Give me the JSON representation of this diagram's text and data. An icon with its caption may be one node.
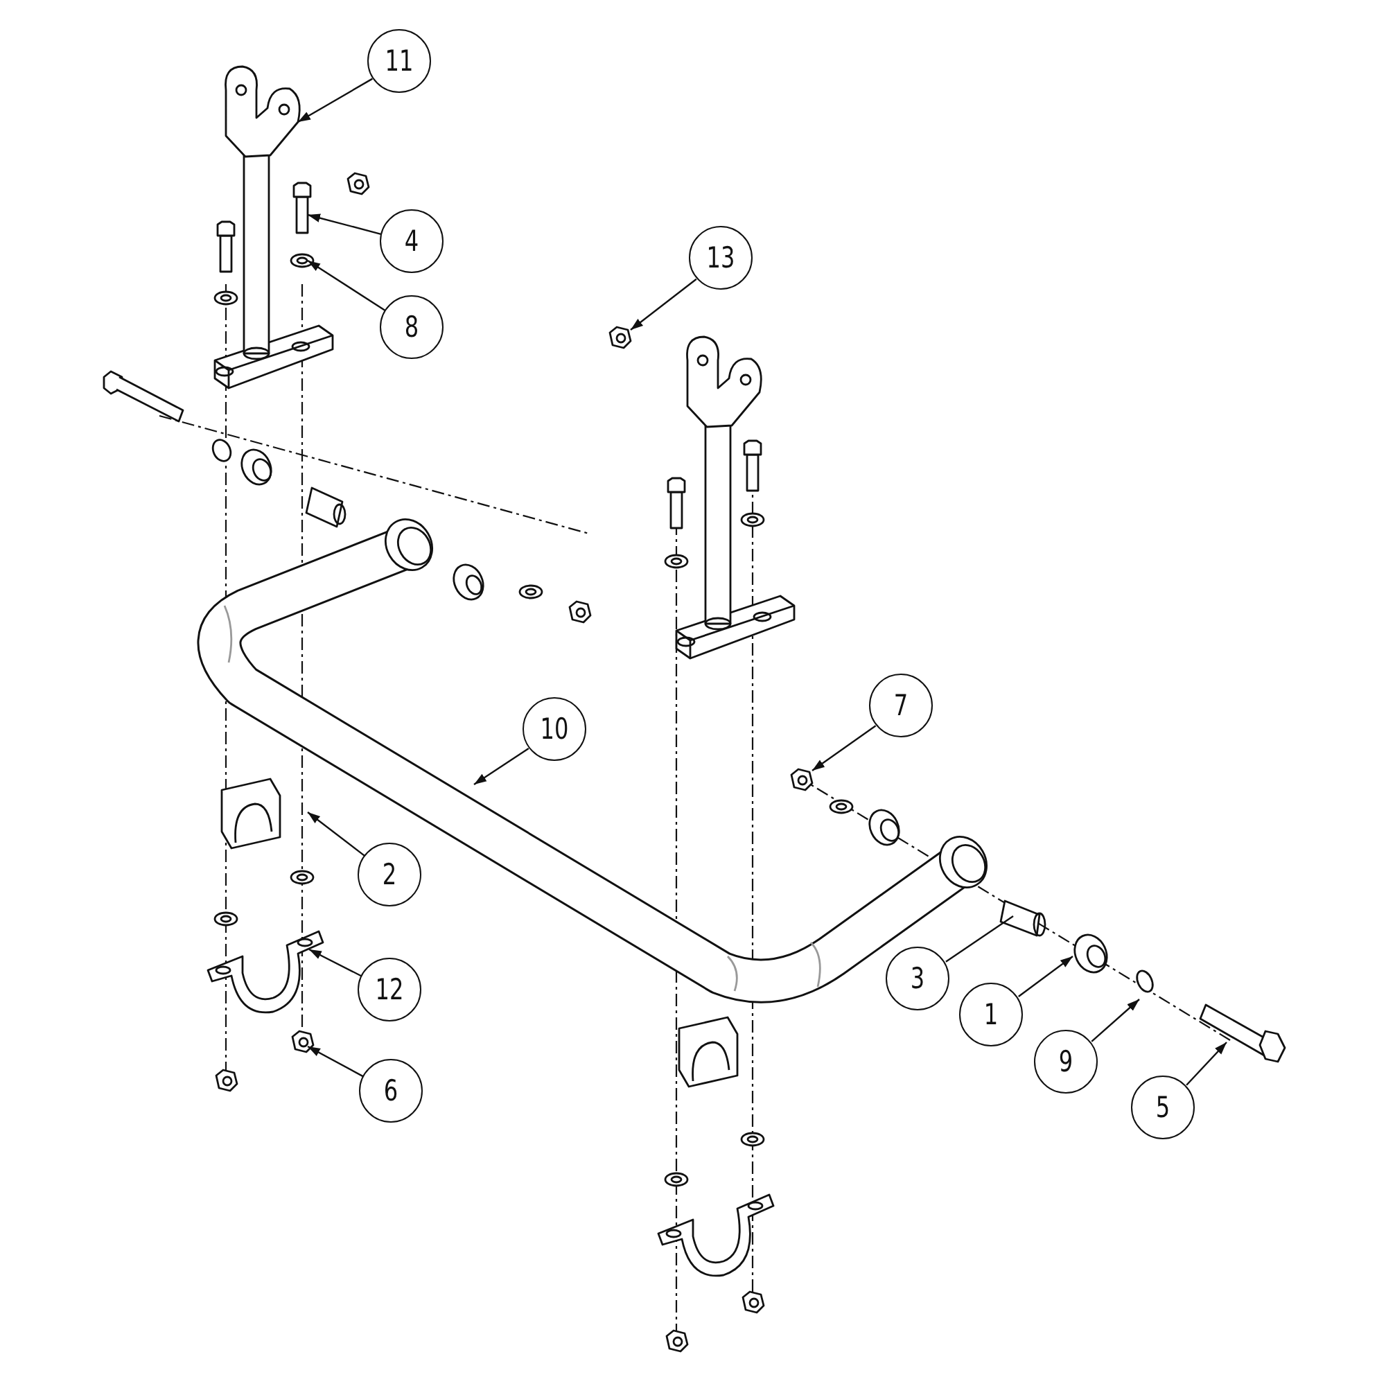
{
  "diagram": {
    "nodes": [
      {
        "text": [
          "11"
        ]
      },
      {
        "text": [
          "4"
        ]
      },
      {
        "text": [
          "13"
        ]
      },
      {
        "text": [
          "8"
        ]
      },
      {
        "text": [
          "7"
        ]
      },
      {
        "text": [
          "10"
        ]
      },
      {
        "text": [
          "2"
        ]
      },
      {
        "text": [
          "3"
        ]
      },
      {
        "text": [
          "12"
        ]
      },
      {
        "text": [
          "1"
        ]
      },
      {
        "text": [
          "9"
        ]
      },
      {
        "text": [
          "6"
        ]
      },
      {
        "text": [
          "5"
        ]
      }
    ],
    "edges": [
      {
        "from": 0,
        "to": null,
        "arrow": "to"
      },
      {
        "from": 1,
        "to": null,
        "arrow": "to"
      },
      {
        "from": 2,
        "to": null,
        "arrow": "to"
      },
      {
        "from": 3,
        "to": null,
        "arrow": "to"
      },
      {
        "from": 4,
        "to": null,
        "arrow": "to"
      },
      {
        "from": 5,
        "to": null,
        "arrow": "to"
      },
      {
        "from": 6,
        "to": null,
        "arrow": "to"
      },
      {
        "from": 7,
        "to": null,
        "arrow": "none"
      },
      {
        "from": 8,
        "to": null,
        "arrow": "to"
      },
      {
        "from": 9,
        "to": null,
        "arrow": "to"
      },
      {
        "from": 10,
        "to": null,
        "arrow": "to"
      },
      {
        "from": 11,
        "to": null,
        "arrow": "to"
      },
      {
        "from": 12,
        "to": null,
        "arrow": "to"
      }
    ]
  }
}
